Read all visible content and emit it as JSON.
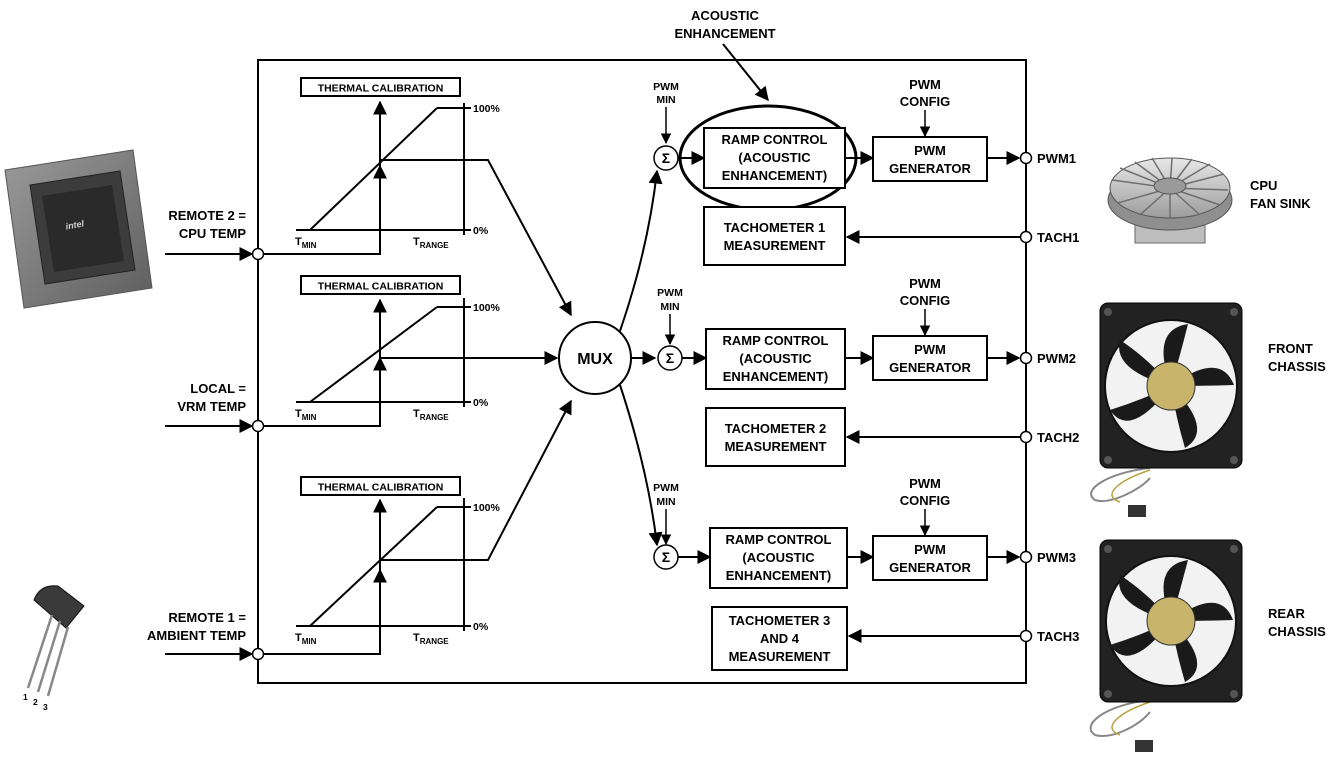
{
  "acoustic_enhancement": [
    "ACOUSTIC",
    "ENHANCEMENT"
  ],
  "inputs": [
    {
      "line1": "REMOTE 2 =",
      "line2": "CPU TEMP"
    },
    {
      "line1": "LOCAL =",
      "line2": "VRM TEMP"
    },
    {
      "line1": "REMOTE 1 =",
      "line2": "AMBIENT TEMP"
    }
  ],
  "thermal_calibration": {
    "title": "THERMAL CALIBRATION",
    "pct_high": "100%",
    "pct_low": "0%",
    "tmin_main": "T",
    "tmin_sub": "MIN",
    "trange_main": "T",
    "trange_sub": "RANGE"
  },
  "mux": "MUX",
  "sigma": "Σ",
  "pwm_min": [
    "PWM",
    "MIN"
  ],
  "pwm_config": [
    "PWM",
    "CONFIG"
  ],
  "ramp_control": [
    "RAMP CONTROL",
    "(ACOUSTIC",
    "ENHANCEMENT)"
  ],
  "pwm_generator": [
    "PWM",
    "GENERATOR"
  ],
  "tachometers": [
    [
      "TACHOMETER 1",
      "MEASUREMENT"
    ],
    [
      "TACHOMETER 2",
      "MEASUREMENT"
    ],
    [
      "TACHOMETER 3",
      "AND 4",
      "MEASUREMENT"
    ]
  ],
  "pwm_pins": [
    "PWM1",
    "PWM2",
    "PWM3"
  ],
  "tach_pins": [
    "TACH1",
    "TACH2",
    "TACH3"
  ],
  "fans": [
    {
      "line1": "CPU",
      "line2": "FAN SINK"
    },
    {
      "line1": "FRONT",
      "line2": "CHASSIS"
    },
    {
      "line1": "REAR",
      "line2": "CHASSIS"
    }
  ],
  "sensor_pin_numbers": [
    "1",
    "2",
    "3"
  ]
}
